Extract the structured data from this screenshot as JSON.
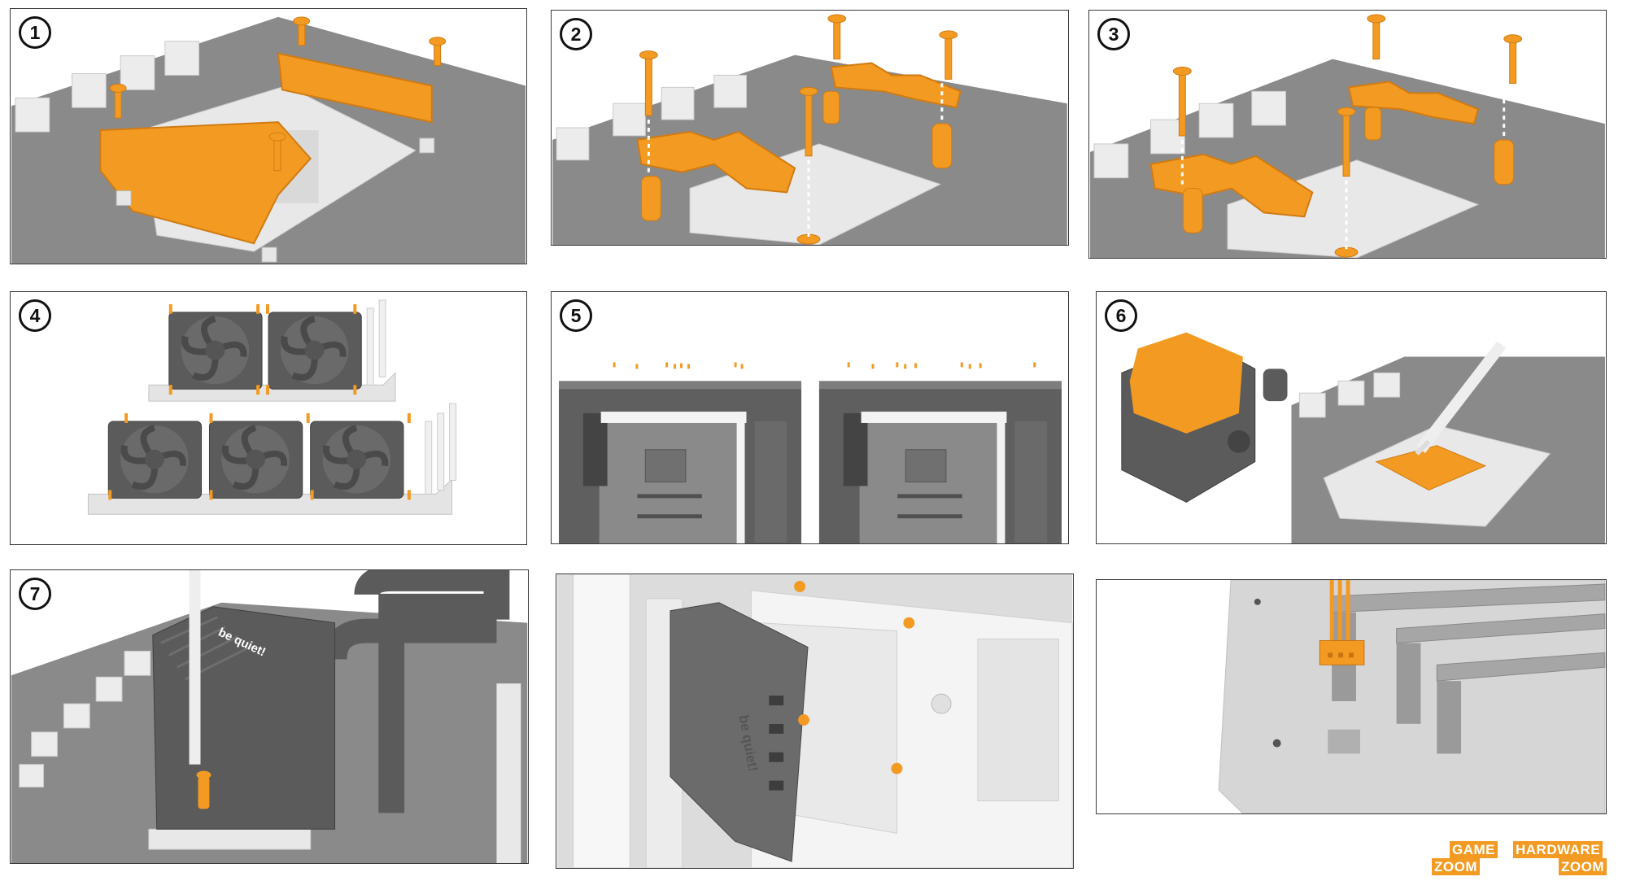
{
  "steps": [
    {
      "number": "1"
    },
    {
      "number": "2"
    },
    {
      "number": "3"
    },
    {
      "number": "4"
    },
    {
      "number": "5"
    },
    {
      "number": "6"
    },
    {
      "number": "7"
    }
  ],
  "brand_marks": {
    "block_logo": "be quiet!",
    "controller_logo": "be quiet!"
  },
  "watermark": {
    "left_top": "GAME",
    "left_bottom": "ZOOM",
    "right_top": "HARDWARE",
    "right_bottom": "ZOOM"
  },
  "colors": {
    "orange": "#f29a22",
    "board_gray": "#8a8a8a",
    "dark_gray": "#5b5b5b",
    "white_part": "#eeeeee"
  }
}
